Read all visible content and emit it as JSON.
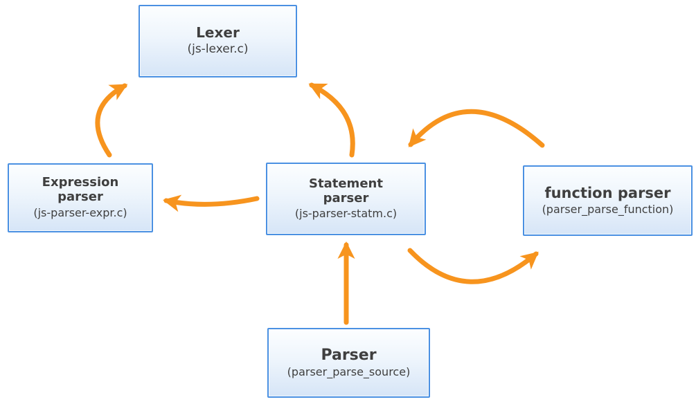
{
  "diagram": {
    "description": "Parser module flow diagram",
    "colors": {
      "arrow": "#F7941E",
      "box_border": "#4A90E2",
      "box_fill_top": "#FCFEFF",
      "box_fill_bottom": "#D6E5F7",
      "text": "#3F3F3F",
      "background": "#FFFFFF"
    },
    "nodes": [
      {
        "id": "lexer",
        "title": "Lexer",
        "subtitle": "(js-lexer.c)"
      },
      {
        "id": "expression-parser",
        "title": "Expression parser",
        "subtitle": "(js-parser-expr.c)"
      },
      {
        "id": "statement-parser",
        "title": "Statement parser",
        "subtitle": "(js-parser-statm.c)"
      },
      {
        "id": "function-parser",
        "title": "function parser",
        "subtitle": "(parser_parse_function)"
      },
      {
        "id": "parser",
        "title": "Parser",
        "subtitle": "(parser_parse_source)"
      }
    ],
    "edges": [
      {
        "from": "expression-parser",
        "to": "lexer"
      },
      {
        "from": "statement-parser",
        "to": "lexer"
      },
      {
        "from": "function-parser",
        "to": "statement-parser"
      },
      {
        "from": "statement-parser",
        "to": "function-parser"
      },
      {
        "from": "statement-parser",
        "to": "expression-parser"
      },
      {
        "from": "parser",
        "to": "statement-parser"
      }
    ]
  }
}
